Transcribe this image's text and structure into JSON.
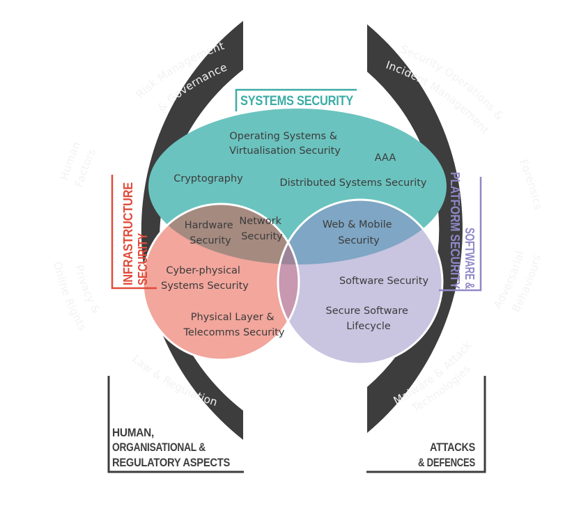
{
  "colors": {
    "outer_arc": "#3d3d3d",
    "systems": "#6bc3bf",
    "infrastructure": "#f2a69c",
    "software": "#c9c4e0",
    "overlap_systems_infra": "#a58a80",
    "overlap_systems_software": "#7fa6c4",
    "overlap_infra_software": "#c897b0",
    "overlap_all": "#9d8599",
    "systems_title": "#3aaca6",
    "infrastructure_title": "#e04b3a",
    "software_title": "#8f88c7",
    "category_text": "#3d3d3d"
  },
  "categories": {
    "systems_security": "SYSTEMS SECURITY",
    "infrastructure_security": [
      "INFRASTRUCTURE",
      "SECURITY"
    ],
    "software_platform_security": [
      "SOFTWARE &",
      "PLATFORM SECURITY"
    ],
    "human_org_regulatory": [
      "HUMAN,",
      "ORGANISATIONAL &",
      "REGULATORY ASPECTS"
    ],
    "attacks_defences": [
      "ATTACKS",
      "& DEFENCES"
    ]
  },
  "left_arc": {
    "topics": [
      {
        "lines": [
          "Risk Management",
          "& Governance"
        ]
      },
      {
        "lines": [
          "Human",
          "Factors"
        ]
      },
      {
        "lines": [
          "Privacy &",
          "Online Rights"
        ]
      },
      {
        "lines": [
          "Law & Regulation"
        ]
      }
    ]
  },
  "right_arc": {
    "topics": [
      {
        "lines": [
          "Security Operations &",
          "Incident Management"
        ]
      },
      {
        "lines": [
          "Forensics"
        ]
      },
      {
        "lines": [
          "Adversarial",
          "Behaviours"
        ]
      },
      {
        "lines": [
          "Malware & Attack",
          "Technologies"
        ]
      }
    ]
  },
  "venn": {
    "systems": [
      {
        "lines": [
          "Operating Systems &",
          "Virtualisation Security"
        ]
      },
      {
        "lines": [
          "AAA"
        ]
      },
      {
        "lines": [
          "Cryptography"
        ]
      },
      {
        "lines": [
          "Distributed Systems Security"
        ]
      }
    ],
    "systems_infra": [
      {
        "lines": [
          "Hardware",
          "Security"
        ]
      },
      {
        "lines": [
          "Network",
          "Security"
        ]
      }
    ],
    "systems_software": [
      {
        "lines": [
          "Web & Mobile",
          "Security"
        ]
      }
    ],
    "infrastructure": [
      {
        "lines": [
          "Cyber-physical",
          "Systems Security"
        ]
      },
      {
        "lines": [
          "Physical Layer &",
          "Telecomms Security"
        ]
      }
    ],
    "software": [
      {
        "lines": [
          "Software Security"
        ]
      },
      {
        "lines": [
          "Secure Software",
          "Lifecycle"
        ]
      }
    ]
  }
}
